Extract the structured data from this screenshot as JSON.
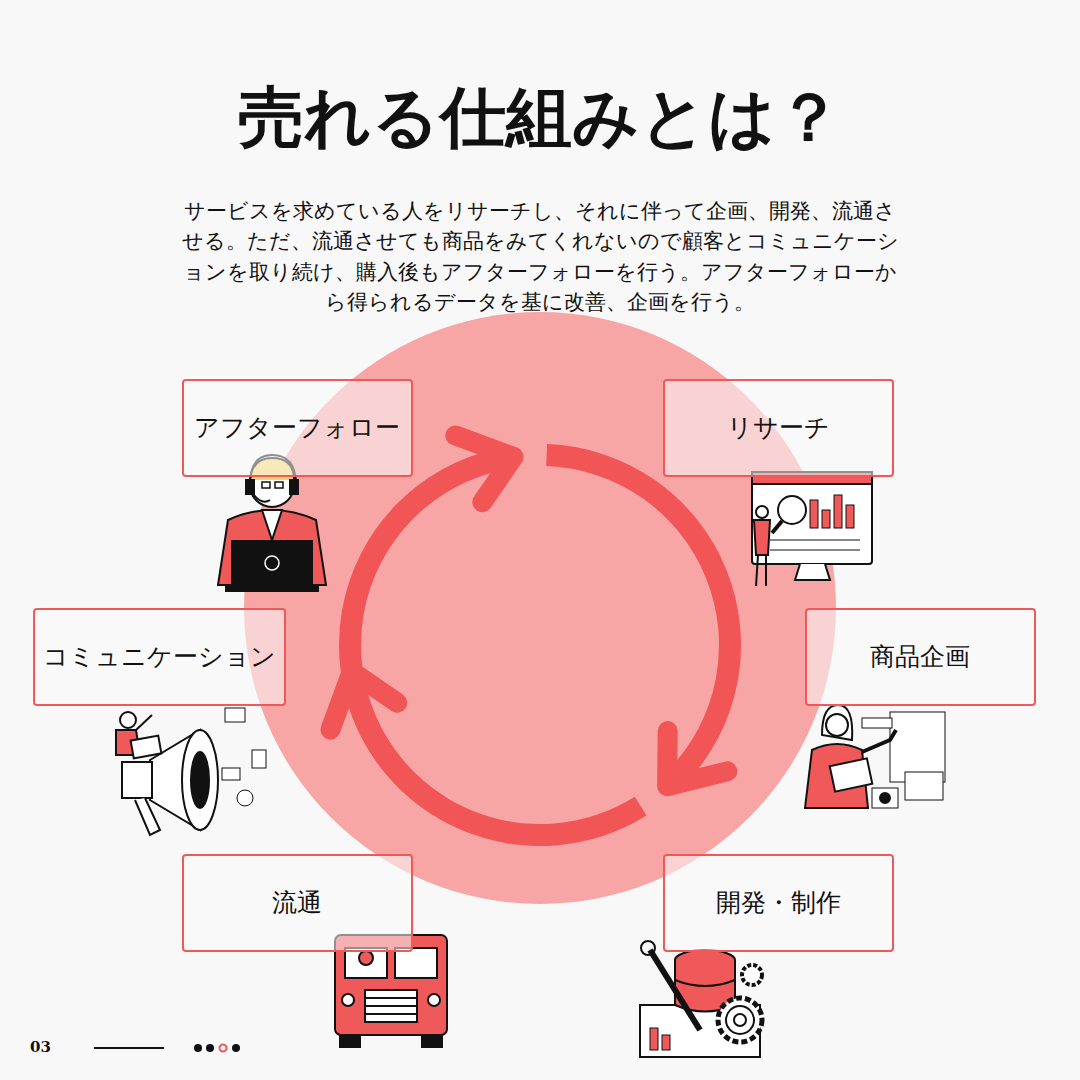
{
  "diagram": {
    "title": "売れる仕組みとは？",
    "nodes": [
      {
        "text": [
          "アフターフォロー"
        ]
      },
      {
        "text": [
          "リサーチ"
        ]
      },
      {
        "text": [
          "コミュニケーション"
        ]
      },
      {
        "text": [
          "商品企画"
        ]
      },
      {
        "text": [
          "流通"
        ]
      },
      {
        "text": [
          "開発・制作"
        ]
      }
    ],
    "labels": [
      "サービスを求めている人をリサーチし、それに伴って企画、開発、流通させる。ただ、流通させても商品をみてくれないので顧客とコミュニケーションを取り続け、購入後もアフターフォローを行う。アフターフォローから得られるデータを基に改善、企画を行う。",
      "03"
    ]
  }
}
